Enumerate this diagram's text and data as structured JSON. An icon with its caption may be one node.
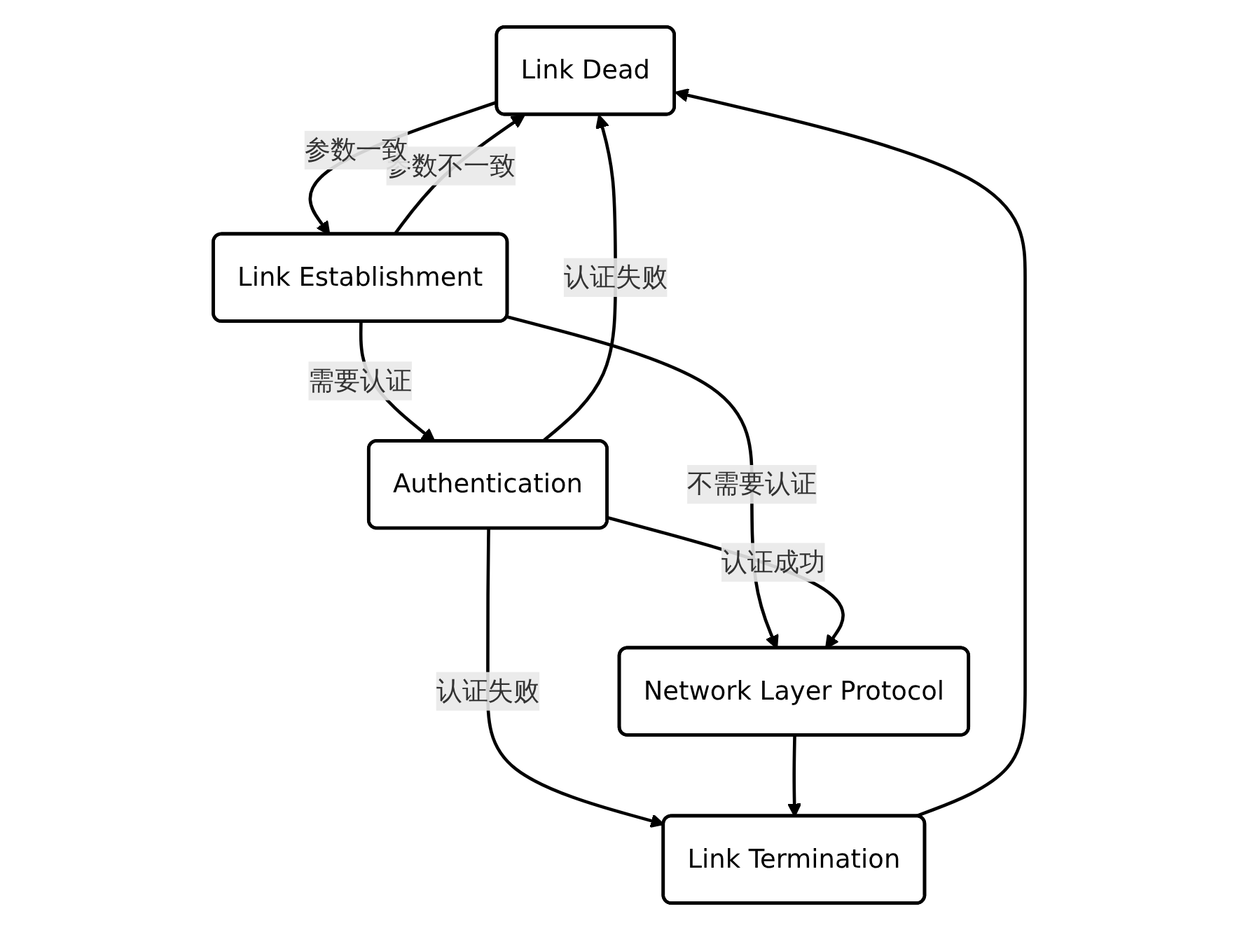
{
  "diagram": {
    "nodes": [
      {
        "text": [
          "Link Dead"
        ]
      },
      {
        "text": [
          "Link Establishment"
        ]
      },
      {
        "text": [
          "Authentication"
        ]
      },
      {
        "text": [
          "Network Layer Protocol"
        ]
      },
      {
        "text": [
          "Link Termination"
        ]
      }
    ],
    "edges": [
      {
        "from": 1,
        "to": 0,
        "arrow": "to",
        "label": "参数不一致"
      },
      {
        "from": 0,
        "to": 1,
        "arrow": "to",
        "label": "参数一致"
      },
      {
        "from": 1,
        "to": 2,
        "arrow": "to",
        "label": "需要认证"
      },
      {
        "from": 1,
        "to": 3,
        "arrow": "to",
        "label": "不需要认证"
      },
      {
        "from": 2,
        "to": 0,
        "arrow": "to",
        "label": "认证失败"
      },
      {
        "from": 2,
        "to": 3,
        "arrow": "to",
        "label": "认证成功"
      },
      {
        "from": 2,
        "to": 4,
        "arrow": "to",
        "label": "认证失败"
      },
      {
        "from": 3,
        "to": 4,
        "arrow": "to"
      },
      {
        "from": 4,
        "to": 0,
        "arrow": "to"
      }
    ]
  }
}
